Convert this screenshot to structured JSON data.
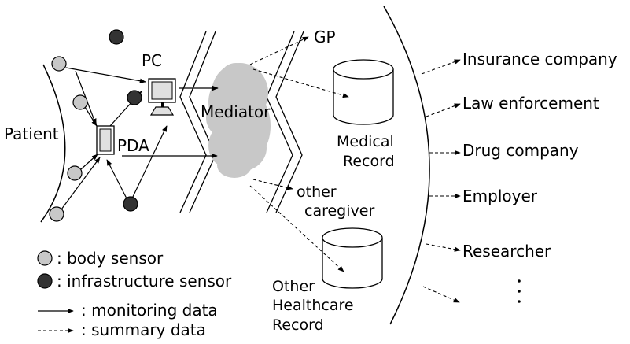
{
  "labels": {
    "patient": "Patient",
    "pc": "PC",
    "pda": "PDA",
    "mediator": "Mediator",
    "gp": "GP",
    "medical_record_1": "Medical",
    "medical_record_2": "Record",
    "other_caregiver_1": "other",
    "other_caregiver_2": "caregiver",
    "other_record_1": "Other",
    "other_record_2": "Healthcare",
    "other_record_3": "Record"
  },
  "recipients": [
    "Insurance company",
    "Law enforcement",
    "Drug company",
    "Employer",
    "Researcher"
  ],
  "ellipsis": "⋮",
  "legend": {
    "body_sensor": ": body sensor",
    "infrastructure_sensor": ": infrastructure sensor",
    "monitoring_data": ": monitoring data",
    "summary_data": ": summary data"
  },
  "colors": {
    "body_sensor": "#c8c8c8",
    "infrastructure_sensor": "#333333",
    "cloud": "#c8c8c8",
    "device": "#e0e0e0"
  }
}
